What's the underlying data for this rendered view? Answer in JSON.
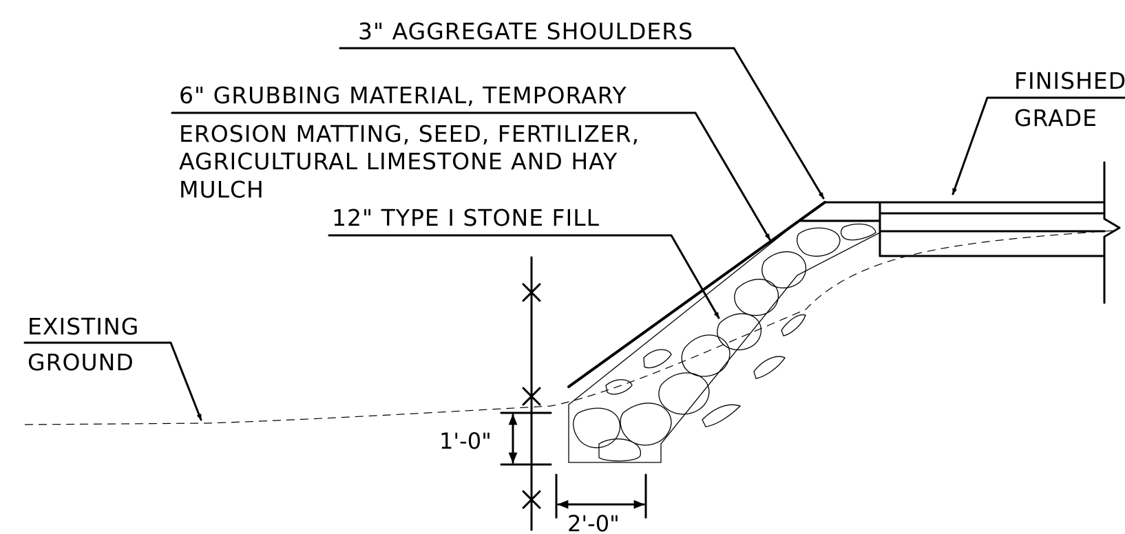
{
  "labels": {
    "aggregate": "3\" AGGREGATE SHOULDERS",
    "grubbing_1": "6\" GRUBBING MATERIAL, TEMPORARY",
    "grubbing_2": "EROSION MATTING, SEED, FERTILIZER,",
    "grubbing_3": "AGRICULTURAL LIMESTONE AND HAY",
    "grubbing_4": "MULCH",
    "stone_fill": "12\" TYPE I STONE FILL",
    "finished_1": "FINISHED",
    "finished_2": "GRADE",
    "existing_1": "EXISTING",
    "existing_2": "GROUND"
  },
  "dimensions": {
    "depth": "1'-0\"",
    "width": "2'-0\""
  }
}
